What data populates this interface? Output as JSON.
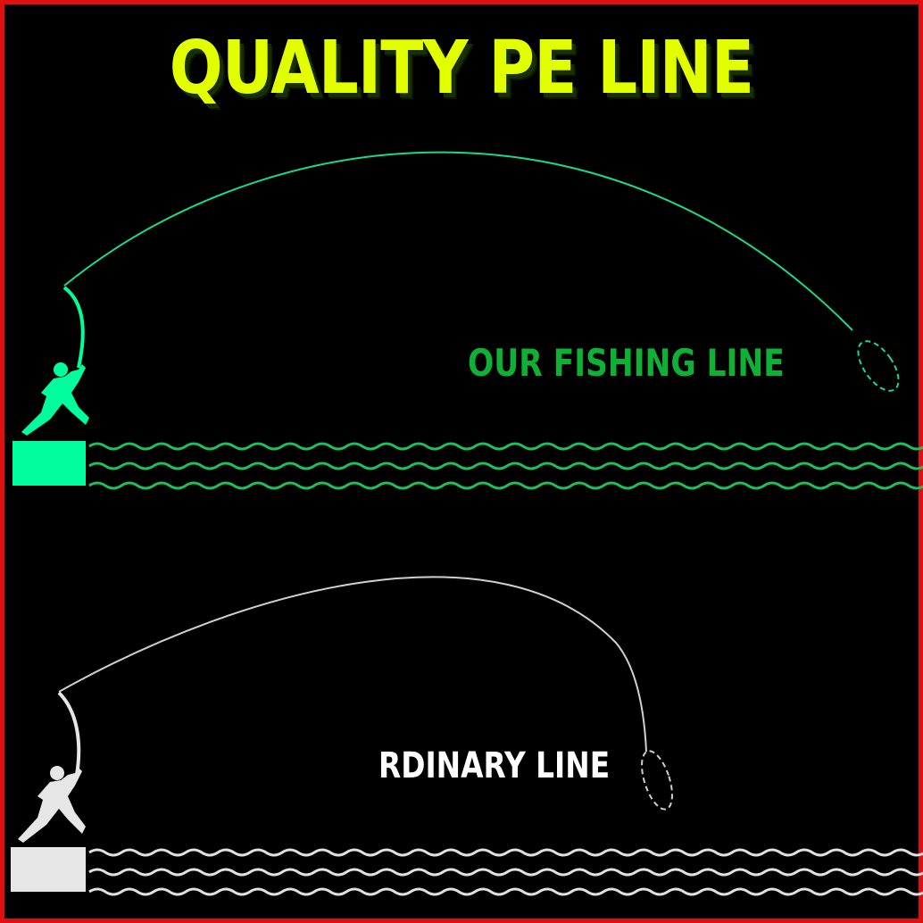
{
  "headline": "QUALITY PE LINE",
  "comparison": {
    "ours": {
      "label": "OUR FISHING LINE",
      "color": "#00ff9c",
      "line_color": "#1ad98a",
      "wave_color": "#1fbf5a",
      "label_color": "#0fb036"
    },
    "ordinary": {
      "label": "RDINARY LINE",
      "color": "#e6e6e6",
      "line_color": "#d0d0d0",
      "wave_color": "#e0e0e0",
      "label_color": "#ffffff"
    }
  },
  "colors": {
    "background": "#000000",
    "border": "#e01010",
    "headline": "#e2ff00"
  }
}
